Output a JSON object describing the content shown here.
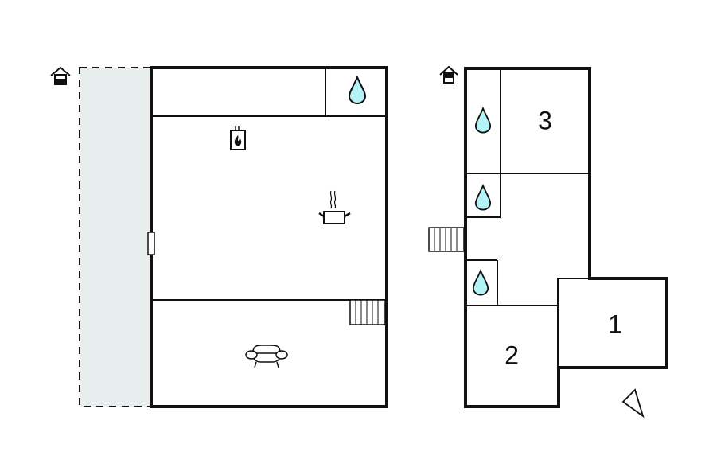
{
  "colors": {
    "wall": "#111111",
    "terrace_fill": "#e8eeee",
    "water": "#b3f3f8",
    "background": "#ffffff"
  },
  "floor_ground": {
    "entrance_icon": "house-entrance-icon",
    "terrace": "dashed-terrace-area",
    "rooms": [
      {
        "name": "upper-left-room",
        "icon": null
      },
      {
        "name": "bathroom",
        "icon": "water-drop-icon"
      },
      {
        "name": "kitchen-living",
        "icons": [
          "fireplace-icon",
          "cooking-pot-icon"
        ]
      },
      {
        "name": "living-room",
        "icons": [
          "sofa-icon",
          "staircase-icon"
        ]
      }
    ],
    "door": "side-door-icon"
  },
  "floor_upper": {
    "entrance_icon": "house-entrance-icon",
    "rooms": [
      {
        "name": "bathroom-1",
        "icon": "water-drop-icon"
      },
      {
        "name": "bedroom-3",
        "label": "3"
      },
      {
        "name": "bathroom-2",
        "icon": "water-drop-icon"
      },
      {
        "name": "hall",
        "icon": "staircase-icon"
      },
      {
        "name": "bathroom-3",
        "icon": "water-drop-icon"
      },
      {
        "name": "bedroom-2",
        "label": "2"
      },
      {
        "name": "bedroom-1",
        "label": "1"
      }
    ],
    "labels": {
      "room1": "1",
      "room2": "2",
      "room3": "3"
    },
    "compass": "north-arrow-icon"
  }
}
